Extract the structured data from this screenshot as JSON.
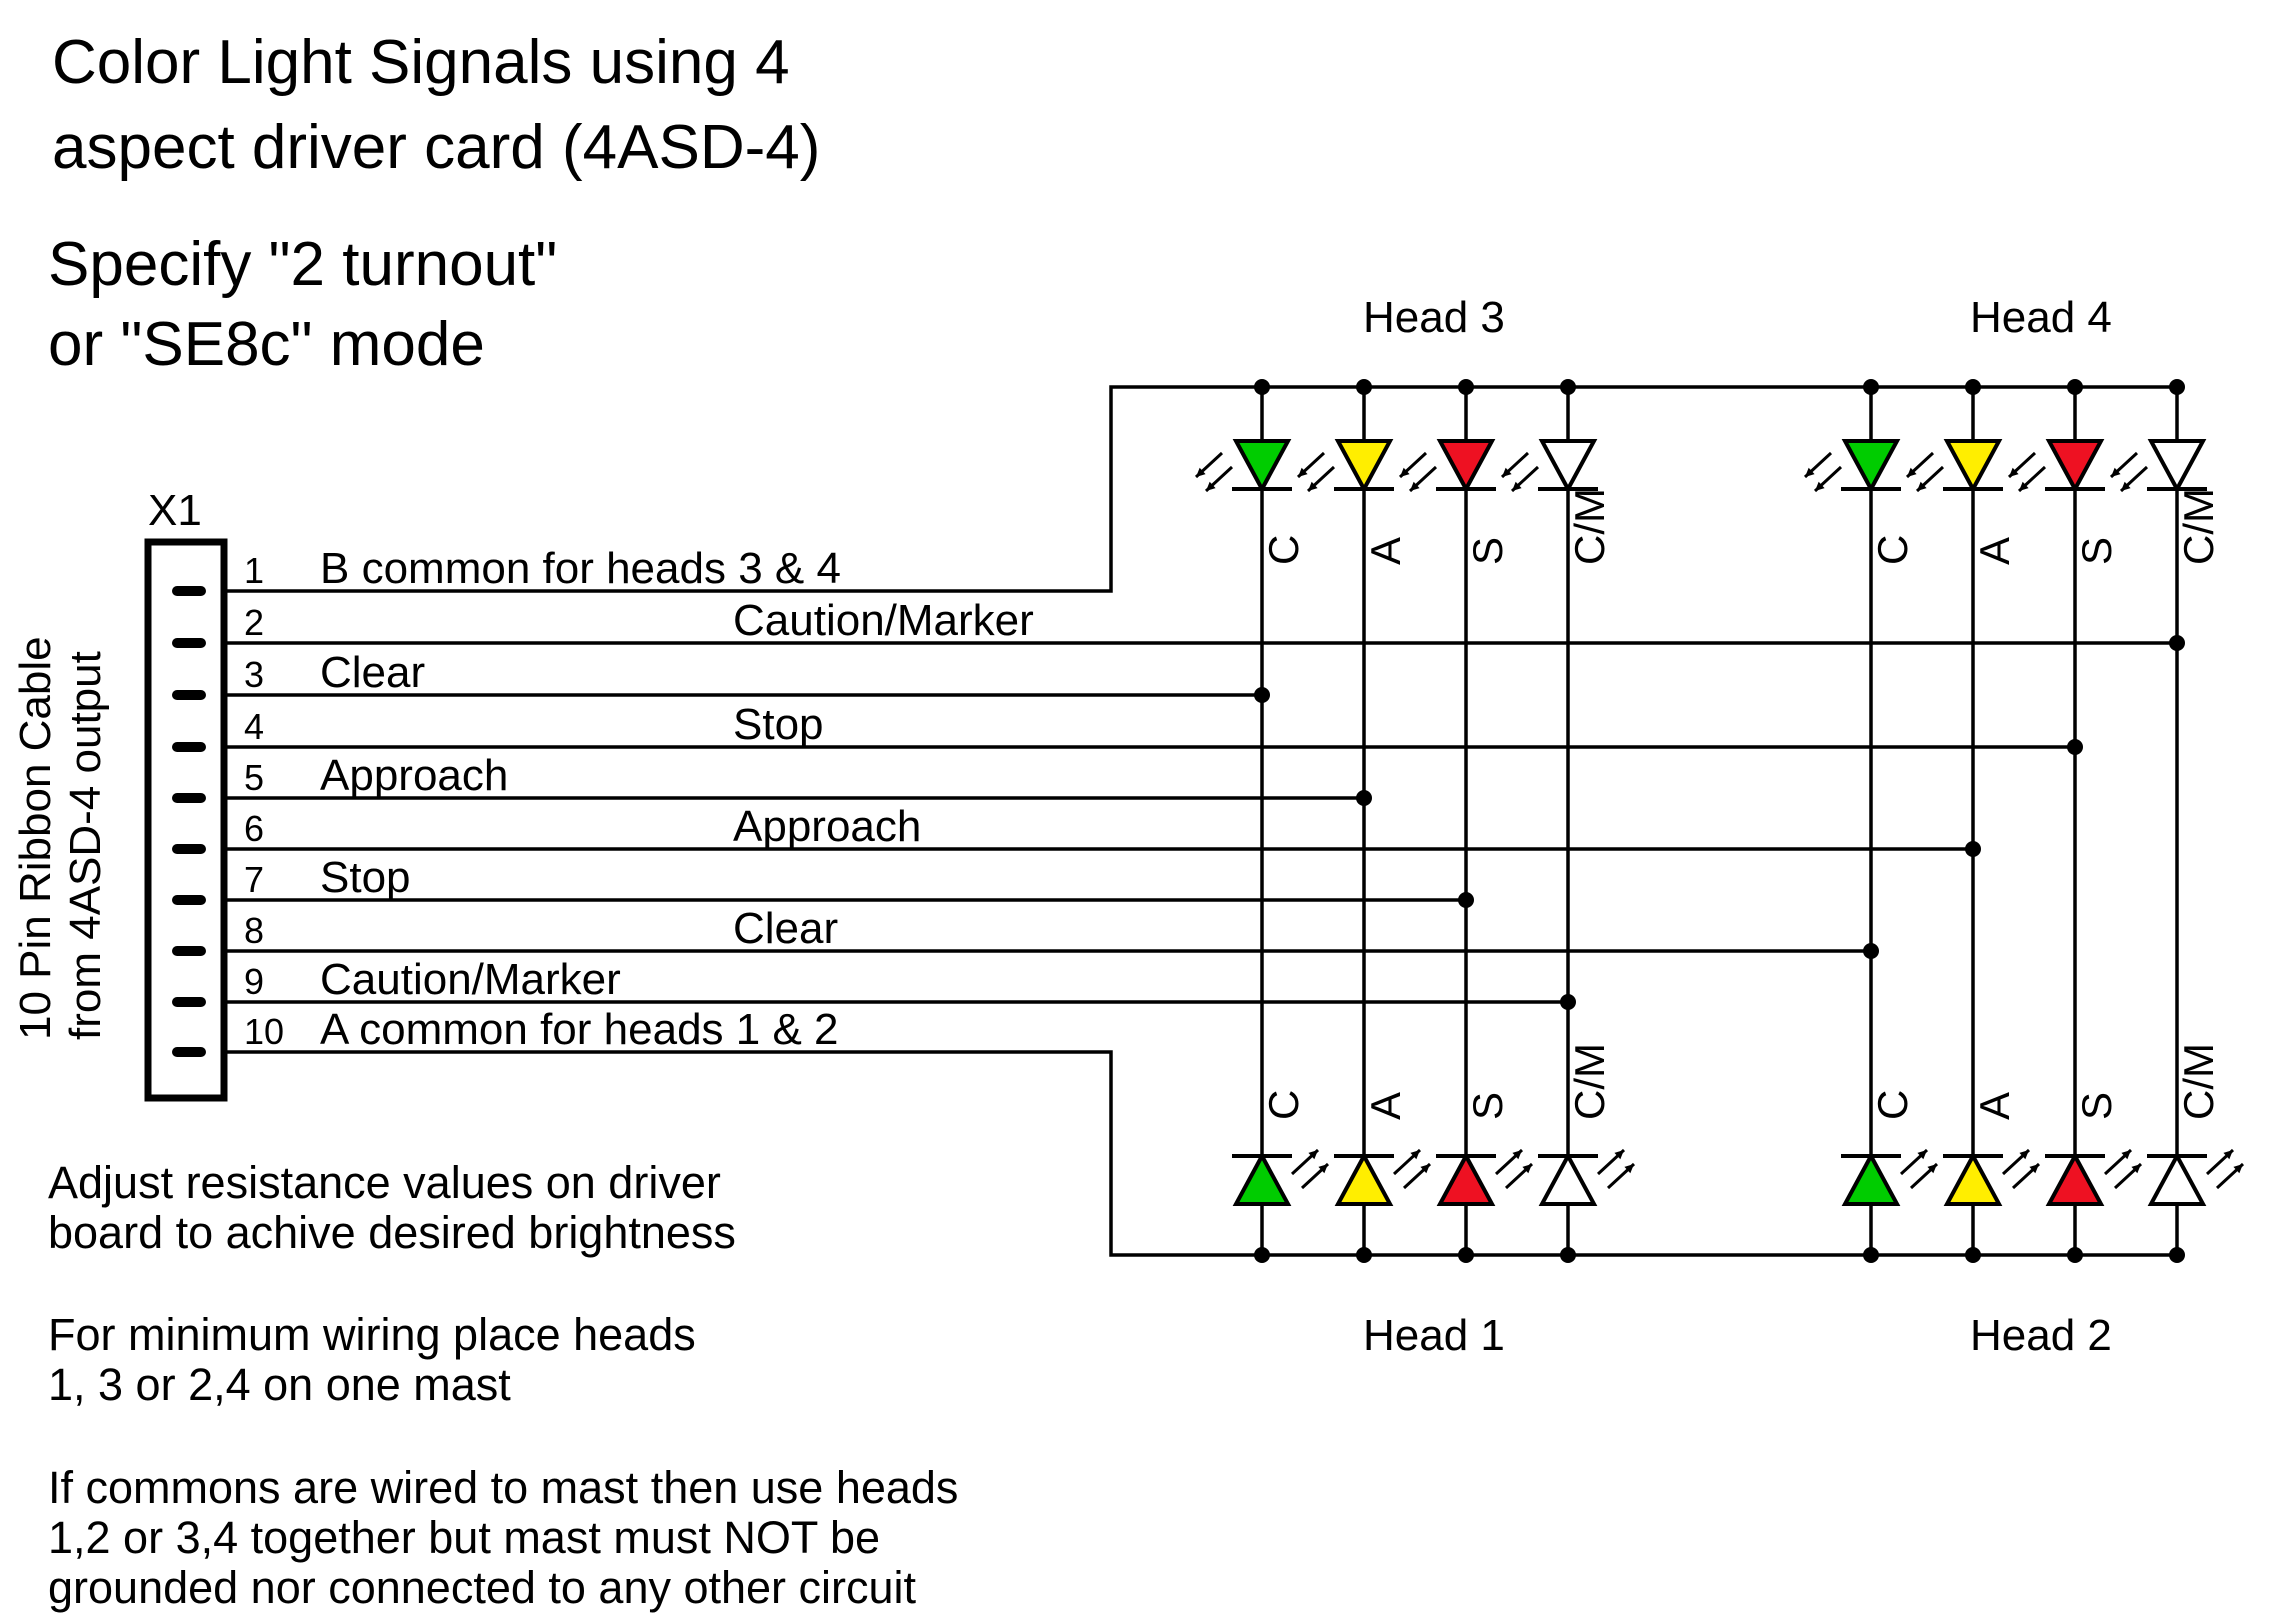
{
  "title": {
    "line1": "Color Light Signals using 4",
    "line2": "aspect driver card (4ASD-4)"
  },
  "mode_note": {
    "line1": "Specify \"2 turnout\"",
    "line2": "or \"SE8c\" mode"
  },
  "connector": {
    "name": "X1",
    "cable_label_line1": "10 Pin Ribbon Cable",
    "cable_label_line2": "from 4ASD-4 output",
    "pins": [
      {
        "number": "1",
        "label": "B common for heads 3 & 4"
      },
      {
        "number": "2",
        "label": "Caution/Marker"
      },
      {
        "number": "3",
        "label": "Clear"
      },
      {
        "number": "4",
        "label": "Stop"
      },
      {
        "number": "5",
        "label": "Approach"
      },
      {
        "number": "6",
        "label": "Approach"
      },
      {
        "number": "7",
        "label": "Stop"
      },
      {
        "number": "8",
        "label": "Clear"
      },
      {
        "number": "9",
        "label": "Caution/Marker"
      },
      {
        "number": "10",
        "label": "A common for heads 1 & 2"
      }
    ]
  },
  "heads": {
    "head1": "Head 1",
    "head2": "Head 2",
    "head3": "Head 3",
    "head4": "Head 4"
  },
  "aspects": [
    {
      "label": "C",
      "color": "#00cc00"
    },
    {
      "label": "A",
      "color": "#ffee00"
    },
    {
      "label": "S",
      "color": "#ee1122"
    },
    {
      "label": "C/M",
      "color": "#ffffff"
    }
  ],
  "notes": {
    "brightness_line1": "Adjust resistance values on driver",
    "brightness_line2": "board to achive desired brightness",
    "wiring_line1": "For minimum wiring place heads",
    "wiring_line2": "1, 3 or 2,4 on one mast",
    "commons_line1": "If commons are wired to mast then use heads",
    "commons_line2": "1,2 or 3,4 together but mast must NOT be",
    "commons_line3": "grounded nor connected to any other circuit"
  }
}
